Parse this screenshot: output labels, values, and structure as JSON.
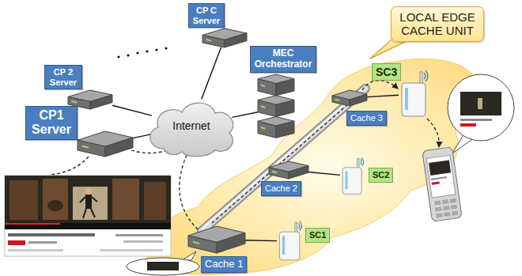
{
  "diagram": {
    "nodes": [
      {
        "text": [
          "CP C Server"
        ]
      },
      {
        "text": [
          "LOCAL EDGE CACHE UNIT"
        ]
      },
      {
        "text": [
          "MEC Orchestrator"
        ]
      },
      {
        "text": [
          "CP 2 Server"
        ]
      },
      {
        "text": [
          "SC3"
        ]
      },
      {
        "text": [
          "CP1 Server"
        ]
      },
      {
        "text": [
          "Internet"
        ]
      },
      {
        "text": [
          "Cache 3"
        ]
      },
      {
        "text": [
          "SC2"
        ]
      },
      {
        "text": [
          "Cache 2"
        ]
      },
      {
        "text": [
          "SC1"
        ]
      },
      {
        "text": [
          "Cache 1"
        ]
      }
    ],
    "edges": [
      {
        "from": 6,
        "to": 5,
        "arrow": "none"
      },
      {
        "from": 6,
        "to": 3,
        "arrow": "none"
      },
      {
        "from": 6,
        "to": 0,
        "arrow": "none"
      },
      {
        "from": 6,
        "to": 2,
        "arrow": "none"
      },
      {
        "from": 7,
        "to": 4,
        "arrow": "none"
      },
      {
        "from": 9,
        "to": 8,
        "arrow": "none"
      },
      {
        "from": 11,
        "to": 10,
        "arrow": "none"
      }
    ]
  }
}
